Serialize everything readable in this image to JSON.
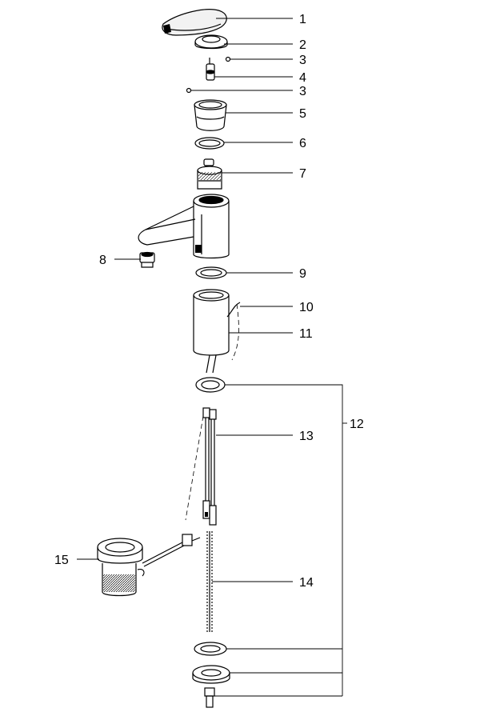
{
  "colors": {
    "ink": "#000000",
    "paper": "#ffffff",
    "shade": "#d8d8d8",
    "dark": "#555555"
  },
  "callouts": [
    {
      "id": "c1",
      "label": "1"
    },
    {
      "id": "c2",
      "label": "2"
    },
    {
      "id": "c3a",
      "label": "3"
    },
    {
      "id": "c4",
      "label": "4"
    },
    {
      "id": "c3b",
      "label": "3"
    },
    {
      "id": "c5",
      "label": "5"
    },
    {
      "id": "c6",
      "label": "6"
    },
    {
      "id": "c7",
      "label": "7"
    },
    {
      "id": "c8",
      "label": "8"
    },
    {
      "id": "c9",
      "label": "9"
    },
    {
      "id": "c10",
      "label": "10"
    },
    {
      "id": "c11",
      "label": "11"
    },
    {
      "id": "c12",
      "label": "12"
    },
    {
      "id": "c13",
      "label": "13"
    },
    {
      "id": "c14",
      "label": "14"
    },
    {
      "id": "c15",
      "label": "15"
    }
  ]
}
